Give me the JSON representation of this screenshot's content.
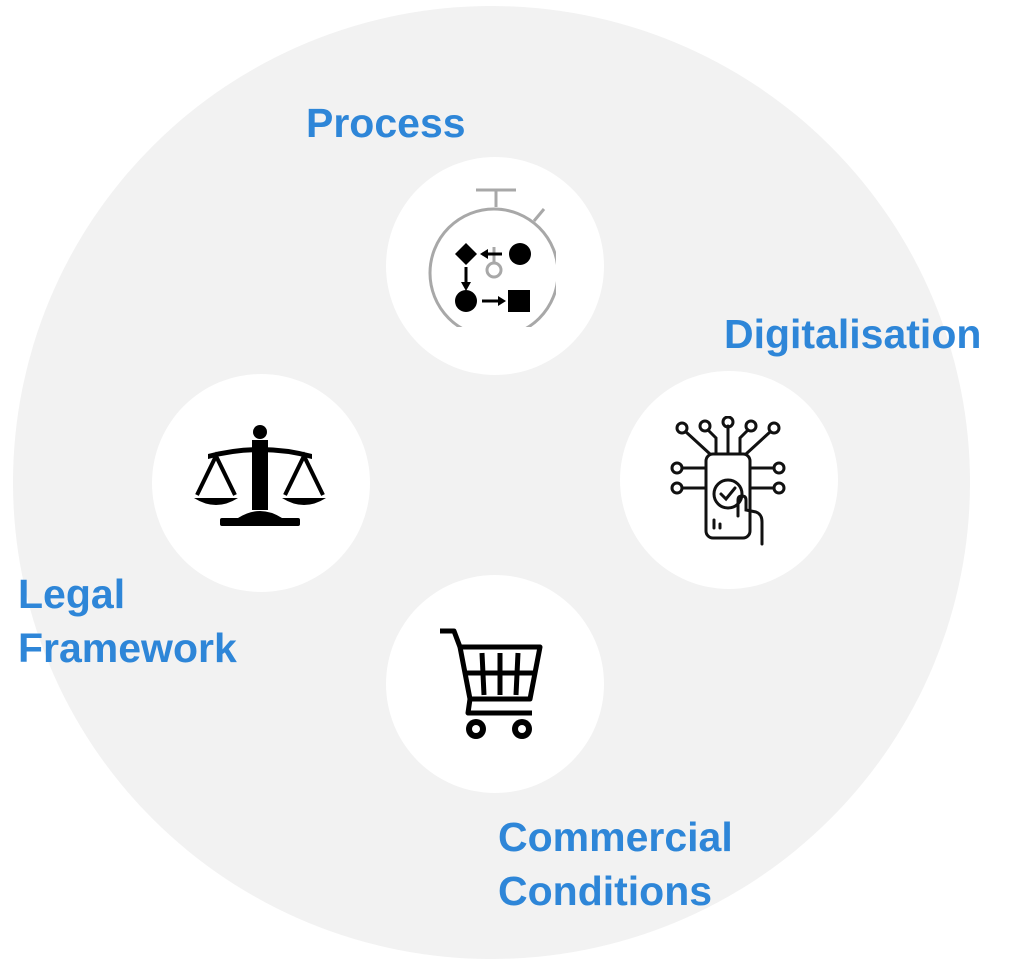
{
  "accent_color": "#2e86d8",
  "background_color": "#f2f2f2",
  "nodes": [
    {
      "id": "process",
      "icon": "process-flow-icon",
      "label_lines": [
        "Process"
      ]
    },
    {
      "id": "digitalisation",
      "icon": "smartphone-circuit-icon",
      "label_lines": [
        "Digitalisation"
      ]
    },
    {
      "id": "legal",
      "icon": "scales-of-justice-icon",
      "label_lines": [
        "Legal",
        "Framework"
      ]
    },
    {
      "id": "commercial",
      "icon": "shopping-cart-icon",
      "label_lines": [
        "Commercial",
        "Conditions"
      ]
    }
  ]
}
